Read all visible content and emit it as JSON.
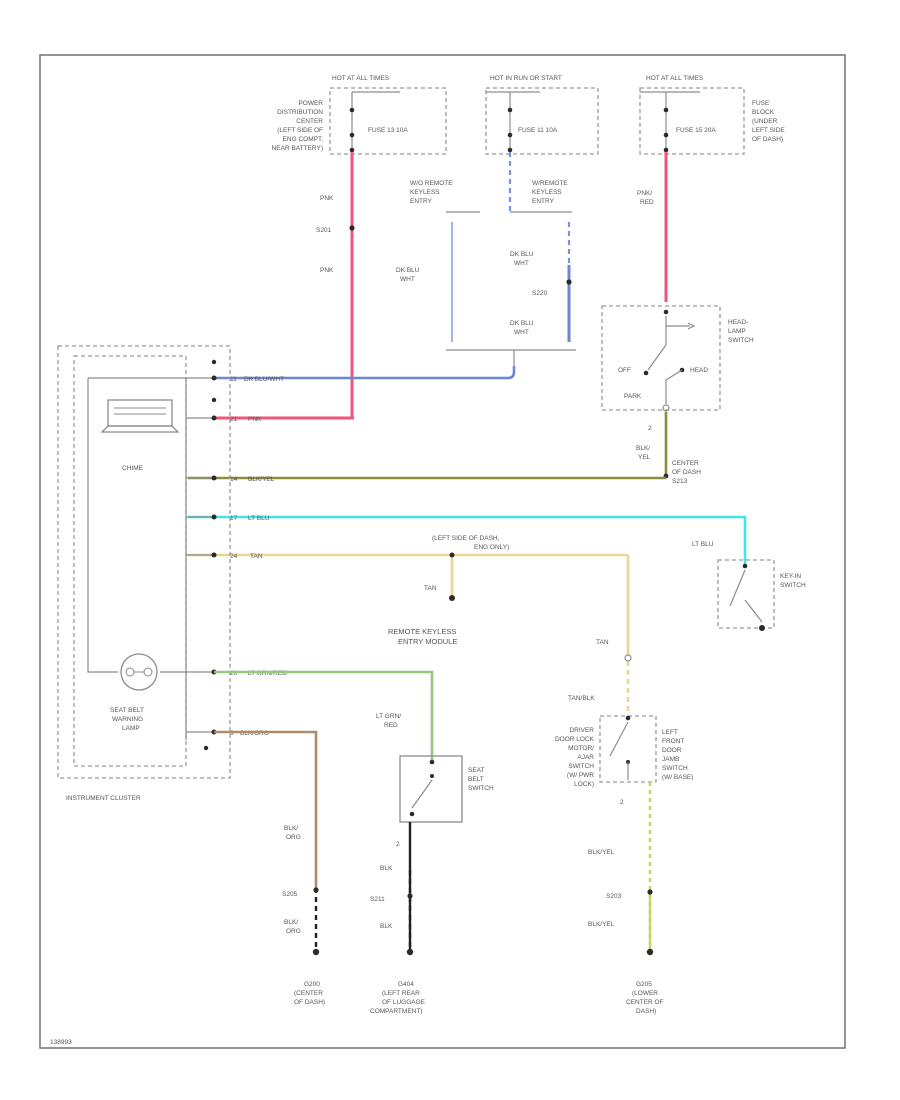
{
  "colors": {
    "pink": "#f0557a",
    "blue": "#6f86d6",
    "dark_blue_dashed": "#7a93e0",
    "olive": "#8c8d3c",
    "light_blue": "#41e6ea",
    "tan": "#eed590",
    "light_green": "#96c87a",
    "brown": "#b08a6a",
    "yellow_green": "#c8d25a",
    "black": "#222222"
  },
  "fuses": {
    "left": {
      "hot": "HOT AT ALL TIMES",
      "fuse": "FUSE 13 10A",
      "location": [
        "POWER",
        "DISTRIBUTION",
        "CENTER",
        "(LEFT SIDE OF",
        "ENG COMPT,",
        "NEAR BATTERY)"
      ]
    },
    "mid": {
      "hot": "HOT IN RUN OR START",
      "fuse": "FUSE 11 10A"
    },
    "right": {
      "hot": "HOT AT ALL TIMES",
      "fuse": "FUSE 15 20A",
      "location": [
        "FUSE",
        "BLOCK",
        "(UNDER",
        "LEFT SIDE",
        "OF DASH)"
      ]
    }
  },
  "wires": {
    "pnk": "PNK",
    "s201": "S201",
    "pnk_red": [
      "PNK/",
      "RED"
    ],
    "dk_blu_wht": [
      "DK BLU",
      "WHT"
    ],
    "s220": "S220",
    "w_o_keyless": [
      "W/O REMOTE",
      "KEYLESS",
      "ENTRY"
    ],
    "w_keyless": [
      "W/REMOTE",
      "KEYLESS",
      "ENTRY"
    ],
    "blk_yel_v": [
      "BLK/",
      "YEL"
    ],
    "lt_blu": "LT BLU",
    "tan": "TAN",
    "tan_blk": "TAN/BLK",
    "lt_grn_red": [
      "LT GRN/",
      "RED"
    ],
    "blk_org": [
      "BLK/",
      "ORG"
    ],
    "s205": "S205",
    "blk": "BLK",
    "s211": "S211",
    "blk_yel": "BLK/YEL",
    "s203": "S203"
  },
  "connectors": {
    "c11": "11",
    "c_dk_blu_wht": "DK BLU/WHT",
    "c21": "21",
    "c_pnk": "PNK",
    "c14": "14",
    "c_blk_yel": "BLK/YEL",
    "c17": "17",
    "c_lt_blu": "LT BLU",
    "c24": "24",
    "c_tan": "TAN",
    "c20": "20",
    "c_lt_grn_red": "LT GRN/RED",
    "c6": "6",
    "c_blk_org": "BLK/ORG",
    "pin2": "2"
  },
  "switches": {
    "headlamp": [
      "HEAD-",
      "LAMP",
      "SWITCH"
    ],
    "off": "OFF",
    "head": "HEAD",
    "park": "PARK",
    "key_in": [
      "KEY-IN",
      "SWITCH"
    ],
    "seat_belt": [
      "SEAT",
      "BELT",
      "SWITCH"
    ],
    "left_door": [
      "LEFT",
      "FRONT",
      "DOOR",
      "JAMB",
      "SWITCH",
      "(W/ BASE)"
    ],
    "driver_door": [
      "DRIVER",
      "DOOR LOCK",
      "MOTOR/",
      "AJAR",
      "SWITCH",
      "(W/ PWR",
      "LOCK)"
    ]
  },
  "components": {
    "chime": "CHIME",
    "seat_belt_lamp": [
      "SEAT BELT",
      "WARNING",
      "LAMP"
    ],
    "instrument_cluster": "INSTRUMENT CLUSTER",
    "keyless_module": [
      "REMOTE KEYLESS",
      "ENTRY MODULE"
    ],
    "left_side_dash": [
      "(LEFT SIDE OF DASH,",
      "ENG ONLY)"
    ],
    "center_dash": [
      "CENTER",
      "OF DASH",
      "S213"
    ]
  },
  "grounds": {
    "g200": [
      "G200",
      "(CENTER",
      "OF DASH)"
    ],
    "g404": [
      "G404",
      "(LEFT REAR",
      "OF LUGGAGE",
      "COMPARTMENT)"
    ],
    "g205": [
      "G205",
      "(LOWER",
      "CENTER OF",
      "DASH)"
    ]
  },
  "footer": {
    "code": "138993"
  }
}
